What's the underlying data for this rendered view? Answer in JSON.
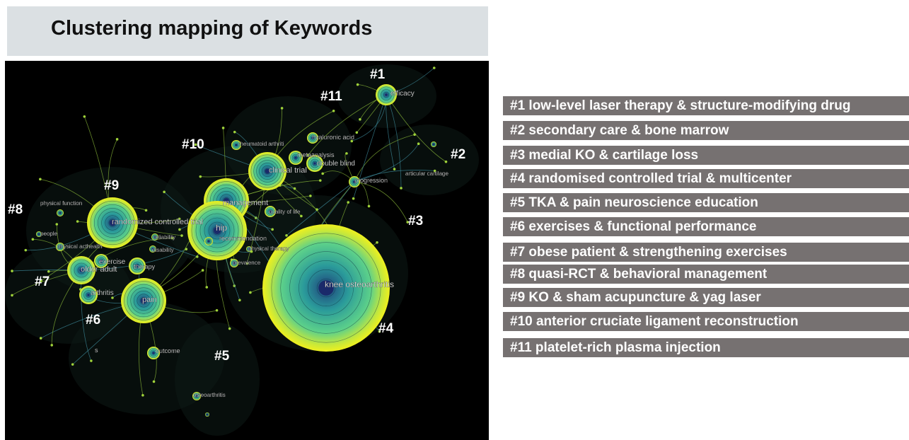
{
  "title": "Clustering mapping of Keywords",
  "colors": {
    "title_bg": "#dbe0e3",
    "map_bg": "#000000",
    "legend_bg": "#767171",
    "ring_outer": "#e6ee1a",
    "ring_mid": "#3ec9a0",
    "ring_inner": "#1f6a8a"
  },
  "cluster_labels": [
    "#1",
    "#2",
    "#3",
    "#4",
    "#5",
    "#6",
    "#7",
    "#8",
    "#9",
    "#10",
    "#11"
  ],
  "keywords": [
    "efficacy",
    "hyaluronic acid",
    "rheumatoid arthriti",
    "metaanalysis",
    "double blind",
    "clinical trial",
    "articular cartilage",
    "progression",
    "management",
    "quality of life",
    "physical function",
    "randomized controlled trial",
    "hip",
    "reliability",
    "recommendation",
    "people",
    "physical acthealth",
    "disability",
    "physical therapy",
    "exercise",
    "prevalence",
    "older adult",
    "therapy",
    "knee osteoarthritis",
    "arthritis",
    "pain",
    "s",
    "outcome",
    "osteoarthritis"
  ],
  "clusters": [
    "#1 low-level laser therapy & structure-modifying drug",
    "#2 secondary care & bone marrow",
    "#3 medial KO & cartilage loss",
    "#4 randomised controlled trial & multicenter",
    "#5 TKA & pain neuroscience education",
    "#6 exercises & functional performance",
    "#7 obese patient & strengthening exercises",
    "#8 quasi-RCT & behavioral management",
    "#9 KO & sham acupuncture & yag laser",
    "#10 anterior cruciate ligament reconstruction",
    "#11 platelet-rich plasma injection"
  ]
}
